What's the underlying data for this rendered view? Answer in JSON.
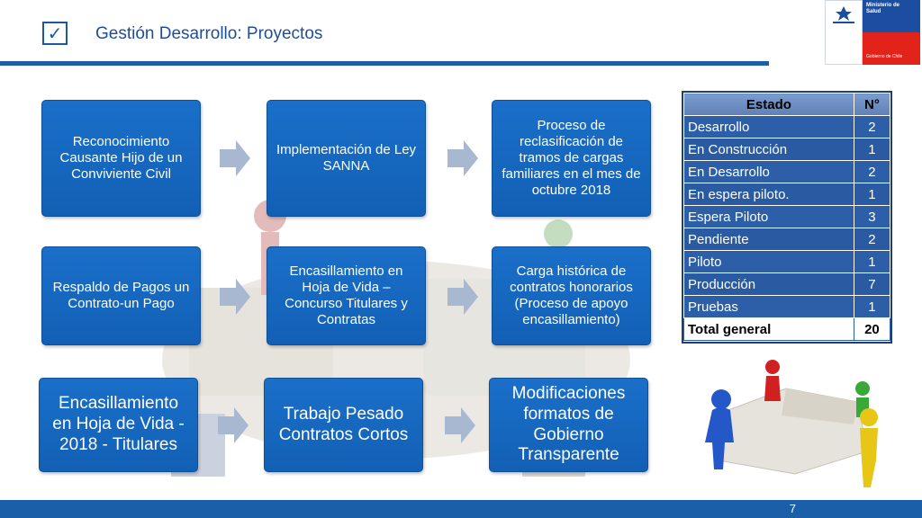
{
  "header": {
    "check_mark": "✓",
    "title": "Gestión Desarrollo: Proyectos"
  },
  "logo": {
    "line1": "Ministerio de",
    "line2": "Salud",
    "line3": "Gobierno de Chile"
  },
  "flow": {
    "row1": [
      "Reconocimiento Causante Hijo de un Conviviente Civil",
      "Implementación de Ley SANNA",
      "Proceso de reclasificación de tramos de cargas familiares en el mes de octubre 2018"
    ],
    "row2": [
      "Respaldo de Pagos un Contrato-un Pago",
      "Encasillamiento en Hoja de Vida – Concurso Titulares y Contratas",
      "Carga histórica de contratos honorarios (Proceso de apoyo encasillamiento)"
    ],
    "row3": [
      "Encasillamiento en Hoja de Vida - 2018 - Titulares",
      "Trabajo Pesado Contratos Cortos",
      "Modificaciones formatos de Gobierno Transparente"
    ]
  },
  "table": {
    "headers": [
      "Estado",
      "N°"
    ],
    "rows": [
      {
        "estado": "Desarrollo",
        "n": "2"
      },
      {
        "estado": "En Construcción",
        "n": "1"
      },
      {
        "estado": "En Desarrollo",
        "n": "2"
      },
      {
        "estado": "En espera piloto.",
        "n": "1"
      },
      {
        "estado": "Espera Piloto",
        "n": "3"
      },
      {
        "estado": "Pendiente",
        "n": "2"
      },
      {
        "estado": "Piloto",
        "n": "1"
      },
      {
        "estado": "Producción",
        "n": "7"
      },
      {
        "estado": "Pruebas",
        "n": "1"
      }
    ],
    "total": {
      "estado": "Total general",
      "n": "20"
    }
  },
  "footer": {
    "page_number": "7"
  },
  "colors": {
    "accent_blue": "#1a5fa8",
    "box_blue": "#1565c0",
    "title_blue": "#1f4e96",
    "table_header": "#6b8bbf",
    "table_cell": "#2d5fa8",
    "logo_red": "#e2231a",
    "arrow_gray": "#a9b8d1"
  }
}
